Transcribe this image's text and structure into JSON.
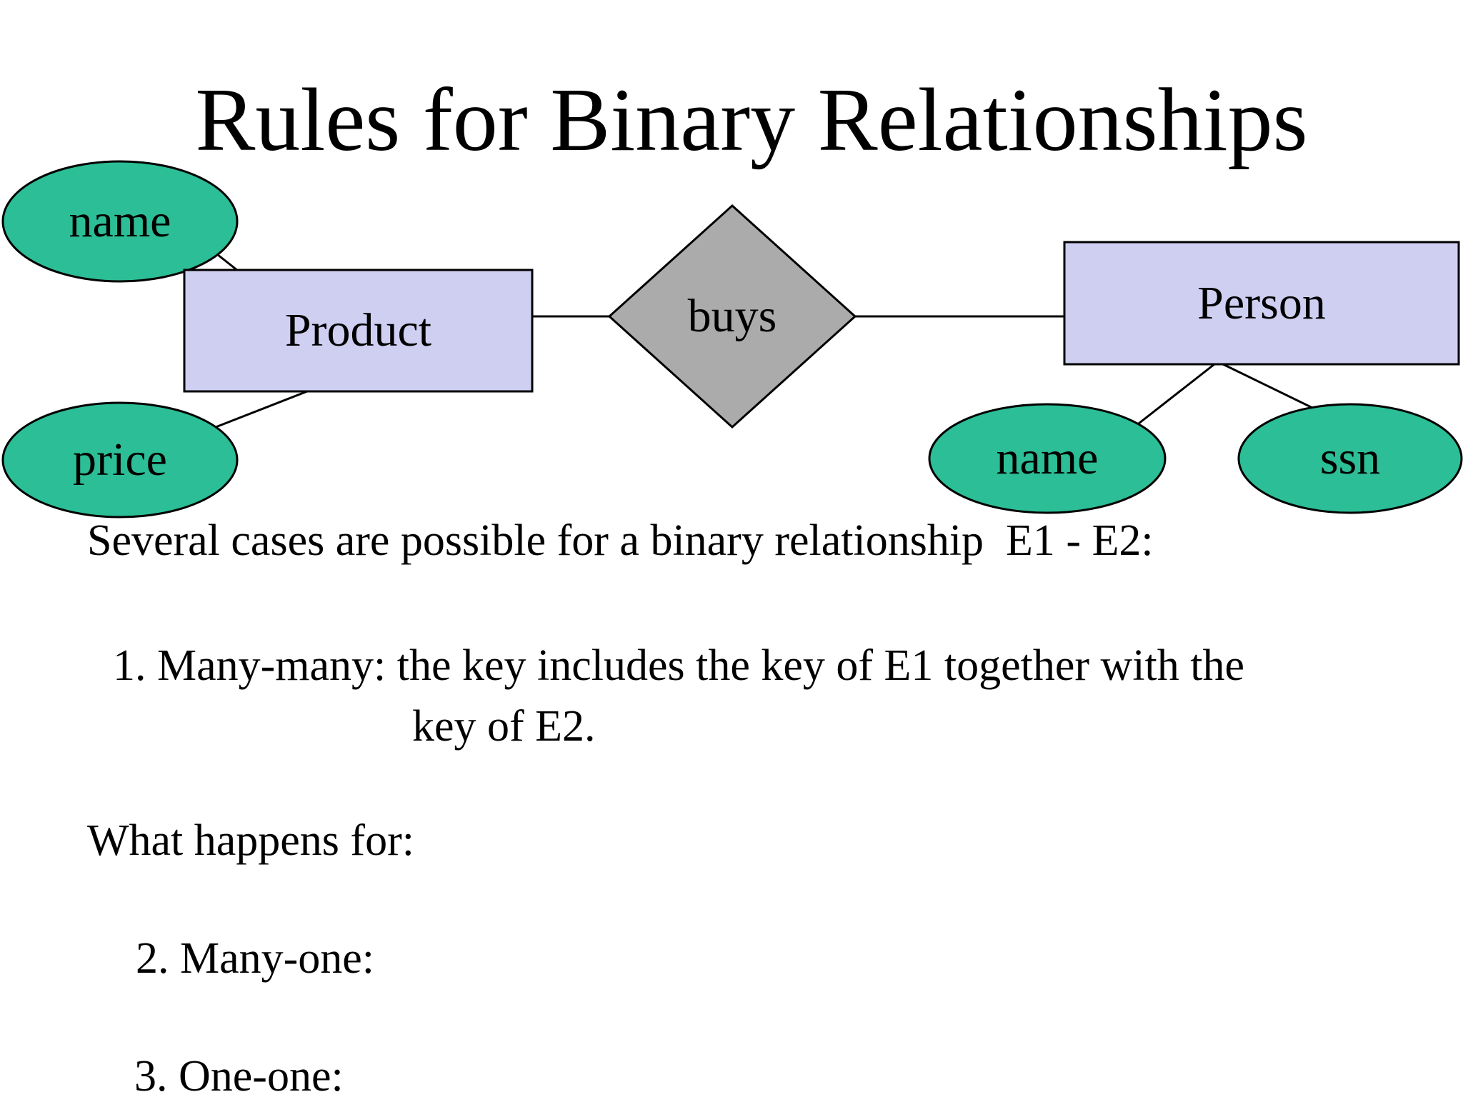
{
  "title": "Rules for Binary Relationships",
  "diagram": {
    "colors": {
      "entity_fill": "#cfcff2",
      "attribute_fill": "#2cbe96",
      "relationship_fill": "#ababab",
      "outline": "#000000"
    },
    "product": {
      "label": "Product",
      "attributes": {
        "name": "name",
        "price": "price"
      }
    },
    "person": {
      "label": "Person",
      "attributes": {
        "name": "name",
        "ssn": "ssn"
      }
    },
    "relationship": {
      "label": "buys"
    }
  },
  "body": {
    "intro": "Several cases are possible for a binary relationship  E1 - E2:",
    "item1_line1": "1. Many-many: the key includes the key of E1 together with the",
    "item1_line2": "key of E2.",
    "question": "What happens for:",
    "item2": "2. Many-one:",
    "item3": "3. One-one:"
  }
}
